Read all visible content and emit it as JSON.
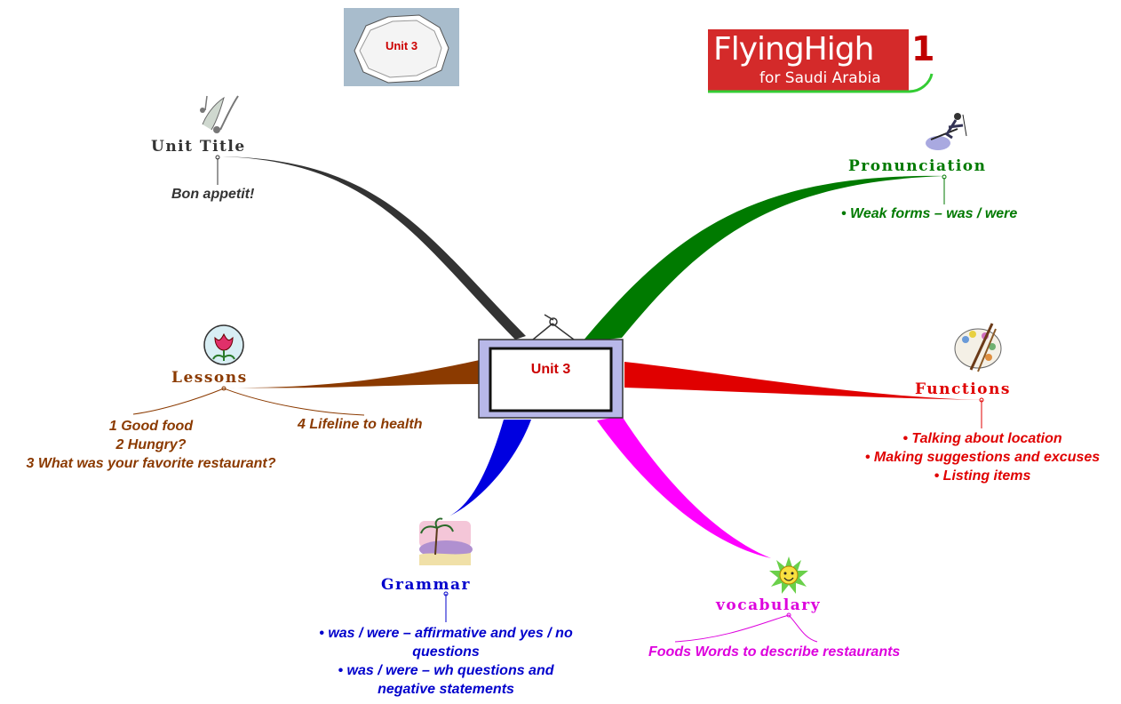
{
  "center": {
    "title": "Unit 3"
  },
  "thumbnail": {
    "label": "Unit 3"
  },
  "logo": {
    "main": "FlyingHigh",
    "number": "1",
    "subtitle": "for Saudi Arabia"
  },
  "branches": {
    "unit_title": {
      "title": "Unit Title",
      "color": "#333333",
      "text_color": "#333333",
      "items": [
        "Bon appetit!"
      ]
    },
    "pronunciation": {
      "title": "Pronunciation",
      "color": "#007a00",
      "text_color": "#007a00",
      "items": [
        "• Weak forms – was / were"
      ]
    },
    "lessons": {
      "title": "Lessons",
      "color": "#8b3a00",
      "text_color": "#8b3a00",
      "items": [
        "1 Good food",
        "2 Hungry?",
        "3 What was your favorite restaurant?",
        "4 Lifeline to health"
      ]
    },
    "functions": {
      "title": "Functions",
      "color": "#e00000",
      "text_color": "#e00000",
      "items": [
        "• Talking about location",
        "• Making suggestions and excuses",
        "• Listing items"
      ]
    },
    "grammar": {
      "title": "Grammar",
      "color": "#0000e0",
      "text_color": "#0000cc",
      "items": [
        "• was / were – affirmative and yes / no",
        "questions",
        "• was / were – wh questions and",
        "negative statements"
      ]
    },
    "vocabulary": {
      "title": "vocabulary",
      "color": "#ff00ff",
      "text_color": "#dd00dd",
      "items": [
        "Foods Words to describe restaurants"
      ]
    }
  },
  "icons": [
    "music-notes-icon",
    "skier-icon",
    "flower-icon",
    "paint-palette-icon",
    "beach-icon",
    "sun-icon",
    "hanging-frame-icon"
  ]
}
